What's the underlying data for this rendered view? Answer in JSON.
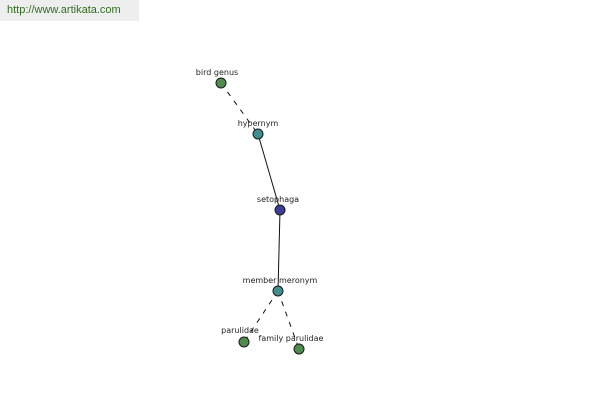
{
  "header": {
    "url": "http://www.artikata.com"
  },
  "graph": {
    "nodes": [
      {
        "id": "bird-genus",
        "label": "bird genus",
        "color": "#4f8a4f"
      },
      {
        "id": "hypernym",
        "label": "hypernym",
        "color": "#3f8f8f"
      },
      {
        "id": "setophaga",
        "label": "setophaga",
        "color": "#3b3f9a"
      },
      {
        "id": "member-meronym",
        "label": "member meronym",
        "color": "#3f8f8f"
      },
      {
        "id": "parulidae",
        "label": "parulidae",
        "color": "#4f8a4f"
      },
      {
        "id": "family-parulidae",
        "label": "family parulidae",
        "color": "#4f8a4f"
      }
    ],
    "edges": [
      {
        "from": "bird-genus",
        "to": "hypernym",
        "style": "dashed"
      },
      {
        "from": "hypernym",
        "to": "setophaga",
        "style": "solid"
      },
      {
        "from": "setophaga",
        "to": "member-meronym",
        "style": "solid"
      },
      {
        "from": "member-meronym",
        "to": "parulidae",
        "style": "dashed"
      },
      {
        "from": "member-meronym",
        "to": "family-parulidae",
        "style": "dashed"
      }
    ]
  }
}
